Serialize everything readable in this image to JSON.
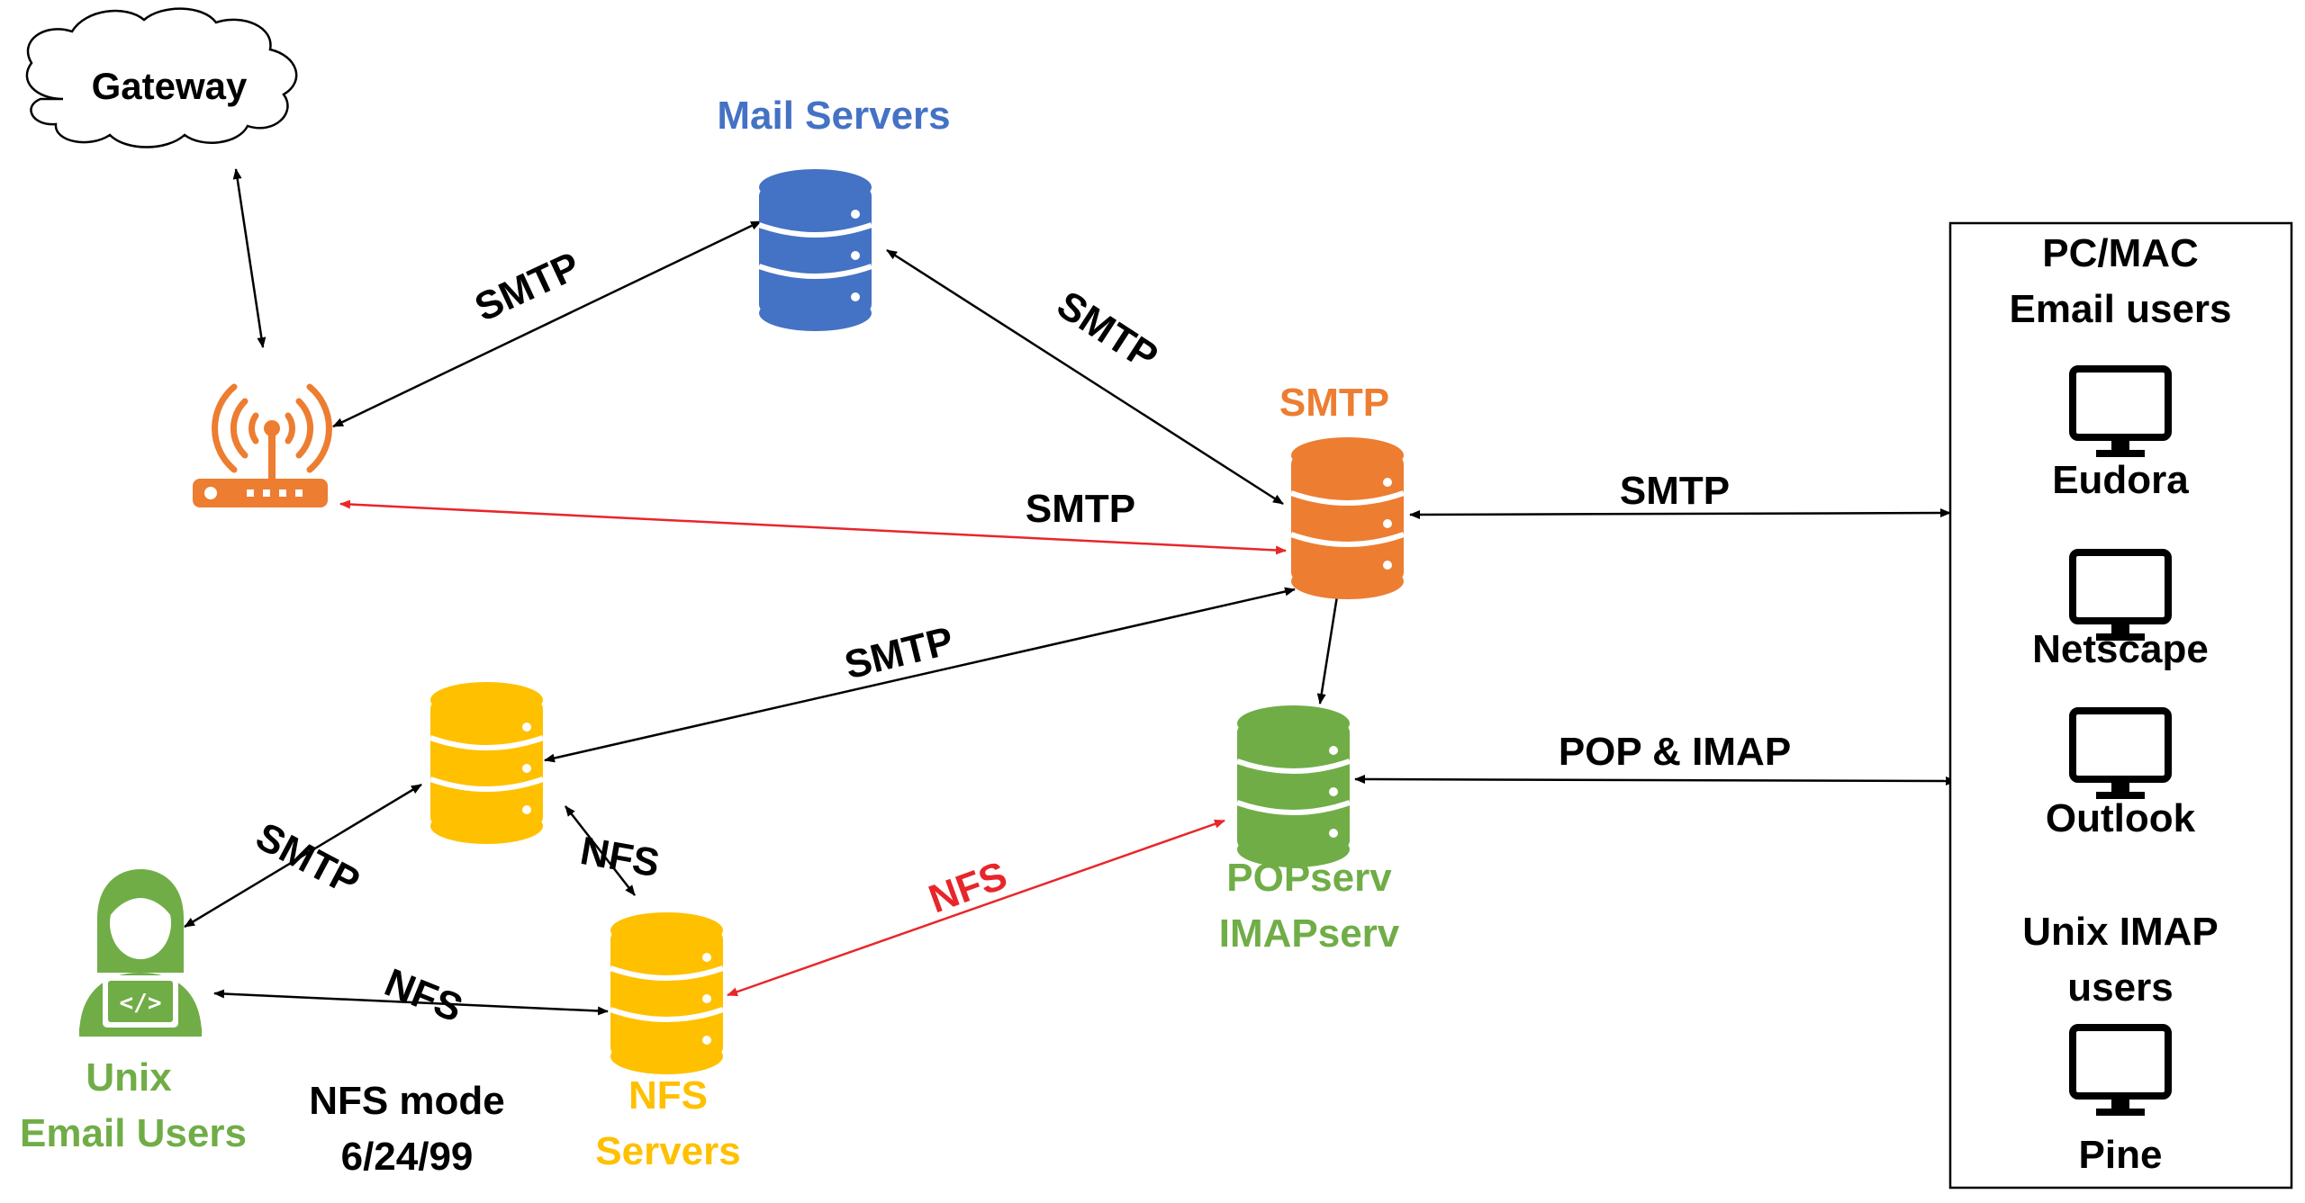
{
  "colors": {
    "blue": "#4472C4",
    "orange": "#ED7D31",
    "green": "#70AD47",
    "yellow": "#FFC000",
    "red": "#E8262A",
    "black": "#000000"
  },
  "nodes": {
    "gateway": {
      "label": "Gateway",
      "icon": "cloud-icon"
    },
    "mail_servers": {
      "label": "Mail Servers",
      "icon": "database-icon"
    },
    "router": {
      "icon": "wireless-router-icon"
    },
    "smtp_server": {
      "label": "SMTP",
      "icon": "database-icon"
    },
    "yellow_server": {
      "icon": "database-icon"
    },
    "pop_imap": {
      "label_line1": "POPserv",
      "label_line2": "IMAPserv",
      "icon": "database-icon"
    },
    "nfs_servers": {
      "label_line1": "NFS",
      "label_line2": "Servers",
      "icon": "database-icon"
    },
    "unix_users": {
      "label_line1": "Unix",
      "label_line2": "Email Users",
      "icon": "developer-user-icon"
    },
    "nfs_mode": {
      "line1": "NFS mode",
      "line2": "6/24/99"
    }
  },
  "edges": {
    "router_mail": "SMTP",
    "mail_smtp": "SMTP",
    "router_smtp": "SMTP",
    "yellow_smtp": "SMTP",
    "smtp_clients": "SMTP",
    "pop_clients": "POP & IMAP",
    "yellow_unix": "SMTP",
    "yellow_nfs": "NFS",
    "nfs_pop": "NFS",
    "unix_nfs": "NFS"
  },
  "clients_panel": {
    "title_line1": "PC/MAC",
    "title_line2": "Email users",
    "clients": [
      "Eudora",
      "Netscape",
      "Outlook"
    ],
    "unix_title_line1": "Unix IMAP",
    "unix_title_line2": "users",
    "unix_client": "Pine"
  }
}
